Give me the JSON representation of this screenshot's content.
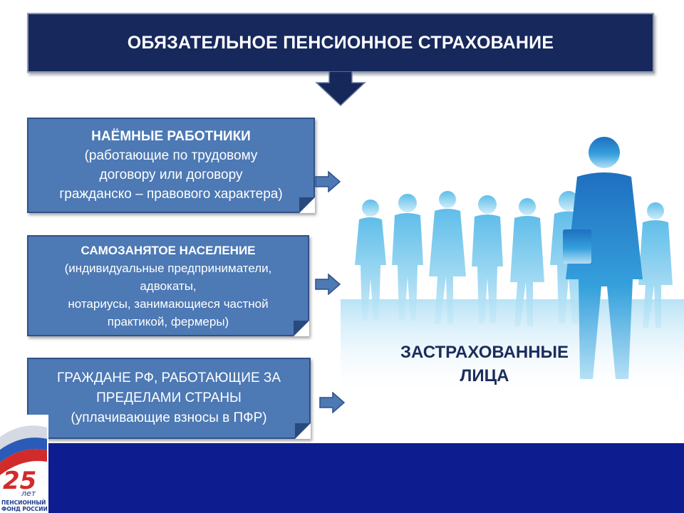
{
  "title": "ОБЯЗАТЕЛЬНОЕ ПЕНСИОННОЕ СТРАХОВАНИЕ",
  "categories": [
    {
      "heading": "НАЁМНЫЕ РАБОТНИКИ",
      "lines": [
        "(работающие по трудовому",
        "договору или договору",
        "гражданско – правового характера)"
      ]
    },
    {
      "heading": "САМОЗАНЯТОЕ НАСЕЛЕНИЕ",
      "lines": [
        "(индивидуальные предприниматели,",
        "адвокаты,",
        "нотариусы, занимающиеся частной",
        "практикой, фермеры)"
      ]
    },
    {
      "heading": "",
      "lines": [
        "ГРАЖДАНЕ РФ, РАБОТАЮЩИЕ ЗА",
        "ПРЕДЕЛАМИ СТРАНЫ",
        "(уплачивающие взносы в ПФР)"
      ]
    }
  ],
  "result": {
    "lines": [
      "ЗАСТРАХОВАННЫЕ",
      "ЛИЦА"
    ]
  },
  "logo": {
    "number": "25",
    "word": "лет",
    "lines": [
      "ПЕНСИОННЫЙ",
      "ФОНД РОССИИ"
    ]
  },
  "colors": {
    "title_bg": "#17285c",
    "box_bg": "#4d79b4",
    "arrow": "#4d79b4",
    "people": "#2f8fd0",
    "footer_band": "#0d1c8f",
    "text_dark": "#1b2d5c"
  }
}
